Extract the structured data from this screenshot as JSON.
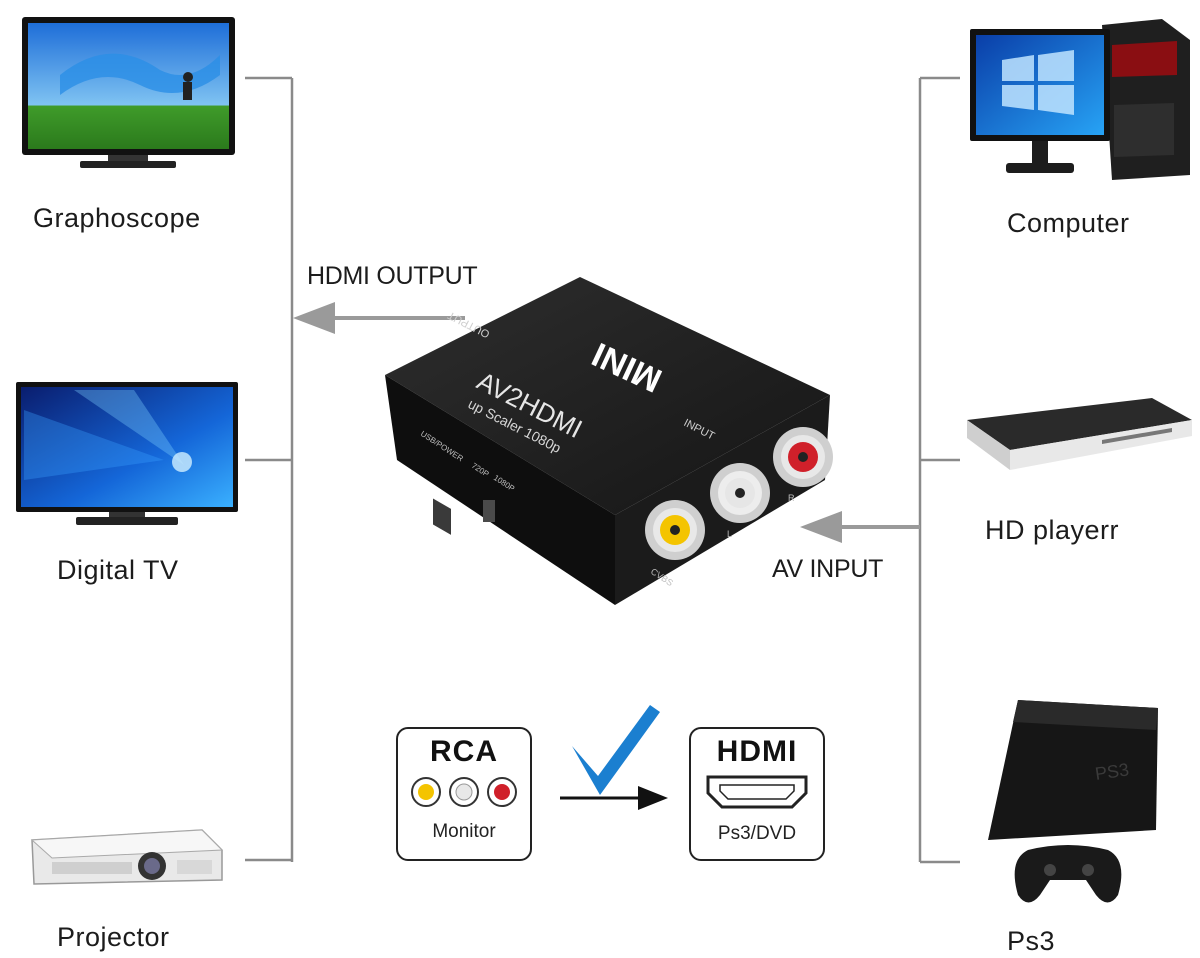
{
  "left_devices": [
    {
      "label": "Graphoscope",
      "icon": "tv-graphoscope-icon"
    },
    {
      "label": "Digital  TV",
      "icon": "digital-tv-icon"
    },
    {
      "label": "Projector",
      "icon": "projector-icon"
    }
  ],
  "right_devices": [
    {
      "label": "Computer",
      "icon": "computer-icon"
    },
    {
      "label": "HD playerr",
      "icon": "hd-player-icon"
    },
    {
      "label": "Ps3",
      "icon": "ps3-console-icon"
    }
  ],
  "arrows": {
    "output_label": "HDMI OUTPUT",
    "input_label": "AV INPUT"
  },
  "device": {
    "brand": "MINI",
    "model": "AV2HDMI",
    "subtitle": "up Scaler 1080p",
    "output_port": "OUTPUT",
    "input_port": "INPUT",
    "usb_label": "USB/POWER",
    "switch_720": "720P",
    "switch_1080": "1080P",
    "cvbs": "CVBS",
    "l": "L",
    "r": "R"
  },
  "rca_badge": {
    "title": "RCA",
    "subtitle": "Monitor"
  },
  "hdmi_badge": {
    "title": "HDMI",
    "subtitle": "Ps3/DVD"
  },
  "colors": {
    "line": "#8a8a8a",
    "arrow": "#9a9a9a",
    "check": "#1b7fd0",
    "rca_yellow": "#f4c400",
    "rca_white": "#e8e8e8",
    "rca_red": "#d0202a"
  }
}
